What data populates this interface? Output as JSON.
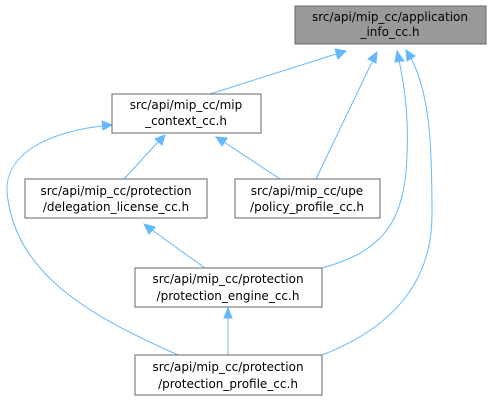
{
  "diagram": {
    "nodes": [
      {
        "id": "application_info",
        "line1": "src/api/mip_cc/application",
        "line2": "_info_cc.h",
        "root": true
      },
      {
        "id": "context",
        "line1": "src/api/mip_cc/mip",
        "line2": "_context_cc.h"
      },
      {
        "id": "delegation_license",
        "line1": "src/api/mip_cc/protection",
        "line2": "/delegation_license_cc.h"
      },
      {
        "id": "policy_profile",
        "line1": "src/api/mip_cc/upe",
        "line2": "/policy_profile_cc.h"
      },
      {
        "id": "protection_engine",
        "line1": "src/api/mip_cc/protection",
        "line2": "/protection_engine_cc.h"
      },
      {
        "id": "protection_profile",
        "line1": "src/api/mip_cc/protection",
        "line2": "/protection_profile_cc.h"
      }
    ],
    "edges": [
      {
        "from": "context",
        "to": "application_info"
      },
      {
        "from": "policy_profile",
        "to": "application_info"
      },
      {
        "from": "protection_engine",
        "to": "application_info"
      },
      {
        "from": "protection_profile",
        "to": "application_info"
      },
      {
        "from": "delegation_license",
        "to": "context"
      },
      {
        "from": "policy_profile",
        "to": "context"
      },
      {
        "from": "protection_profile",
        "to": "context"
      },
      {
        "from": "protection_engine",
        "to": "delegation_license"
      },
      {
        "from": "protection_profile",
        "to": "protection_engine"
      }
    ]
  }
}
